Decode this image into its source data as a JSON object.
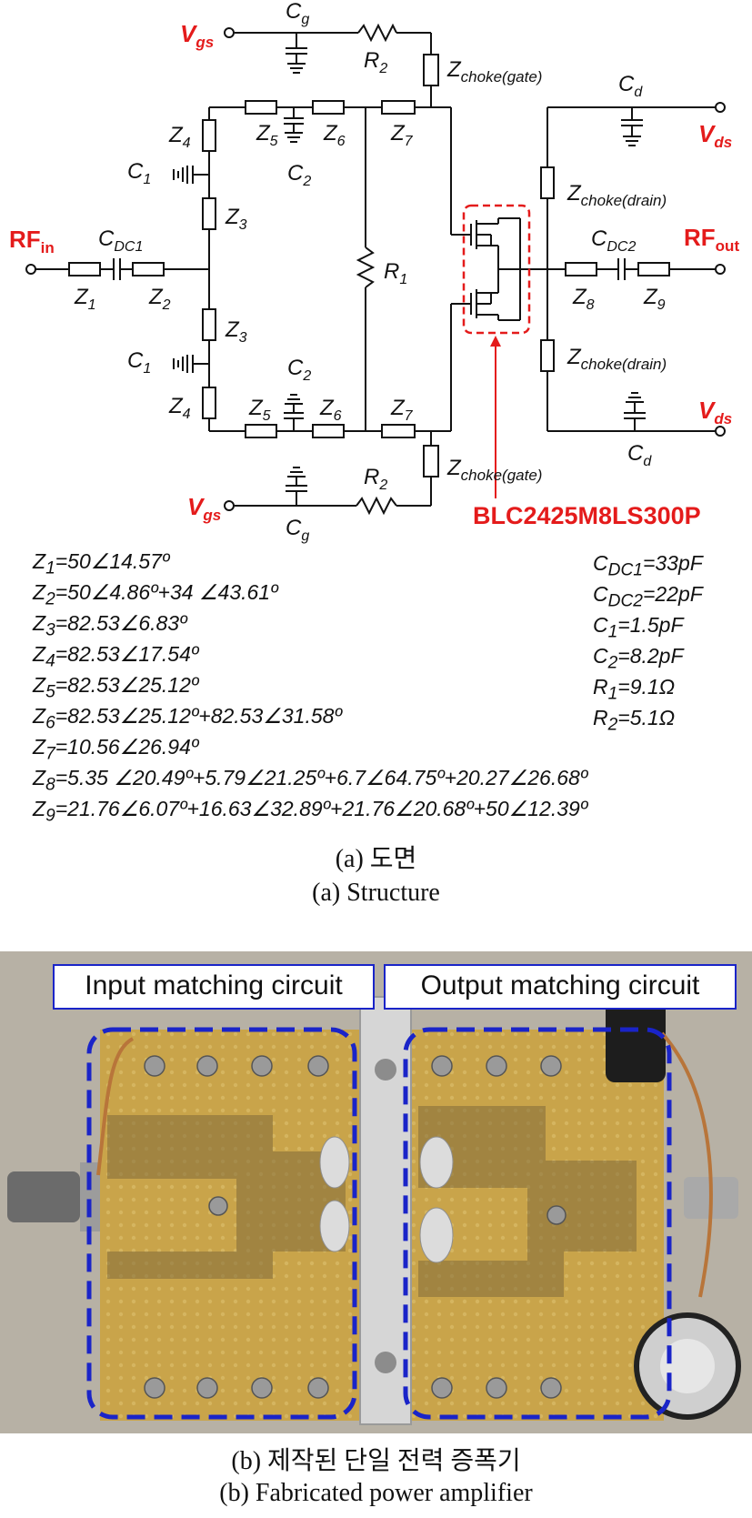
{
  "schematic": {
    "labels": {
      "vgs": "V",
      "vgs_sub": "gs",
      "vds": "V",
      "vds_sub": "ds",
      "rf_in": "RF",
      "rf_in_sub": "in",
      "rf_out": "RF",
      "rf_out_sub": "out",
      "cg": "C",
      "cg_sub": "g",
      "cd": "C",
      "cd_sub": "d",
      "r2": "R",
      "r2_sub": "2",
      "r1": "R",
      "r1_sub": "1",
      "z_choke_gate": "Z",
      "z_choke_gate_sub": "choke(gate)",
      "z_choke_drain": "Z",
      "z_choke_drain_sub": "choke(drain)",
      "z1": "Z",
      "z1_sub": "1",
      "z2": "Z",
      "z2_sub": "2",
      "z3": "Z",
      "z3_sub": "3",
      "z4": "Z",
      "z4_sub": "4",
      "z5": "Z",
      "z5_sub": "5",
      "z6": "Z",
      "z6_sub": "6",
      "z7": "Z",
      "z7_sub": "7",
      "z8": "Z",
      "z8_sub": "8",
      "z9": "Z",
      "z9_sub": "9",
      "c1": "C",
      "c1_sub": "1",
      "c2": "C",
      "c2_sub": "2",
      "cdc1": "C",
      "cdc1_sub": "DC1",
      "cdc2": "C",
      "cdc2_sub": "DC2",
      "transistor": "BLC2425M8LS300P"
    }
  },
  "equations_left": [
    [
      "Z",
      "1",
      "=50∠14.57º"
    ],
    [
      "Z",
      "2",
      "=50∠4.86º+34 ∠43.61º"
    ],
    [
      "Z",
      "3",
      "=82.53∠6.83º"
    ],
    [
      "Z",
      "4",
      "=82.53∠17.54º"
    ],
    [
      "Z",
      "5",
      "=82.53∠25.12º"
    ],
    [
      "Z",
      "6",
      "=82.53∠25.12º+82.53∠31.58º"
    ],
    [
      "Z",
      "7",
      "=10.56∠26.94º"
    ],
    [
      "Z",
      "8",
      "=5.35 ∠20.49º+5.79∠21.25º+6.7∠64.75º+20.27∠26.68º"
    ],
    [
      "Z",
      "9",
      "=21.76∠6.07º+16.63∠32.89º+21.76∠20.68º+50∠12.39º"
    ]
  ],
  "equations_right": [
    [
      "C",
      "DC1",
      "=33pF"
    ],
    [
      "C",
      "DC2",
      "=22pF"
    ],
    [
      "C",
      "1",
      "=1.5pF"
    ],
    [
      "C",
      "2",
      "=8.2pF"
    ],
    [
      "R",
      "1",
      "=9.1Ω"
    ],
    [
      "R",
      "2",
      "=5.1Ω"
    ]
  ],
  "captions": {
    "a_korean": "(a)  도면",
    "a_english": "(a)  Structure",
    "b_korean": "(b)  제작된  단일  전력  증폭기",
    "b_english": "(b)  Fabricated  power  amplifier"
  },
  "photo": {
    "input_label": "Input matching circuit",
    "output_label": "Output matching circuit"
  },
  "colors": {
    "red": "#e41b1b",
    "blue": "#1a24c8",
    "board": "#c9a44a",
    "photo_bg": "#b8b2a6"
  }
}
